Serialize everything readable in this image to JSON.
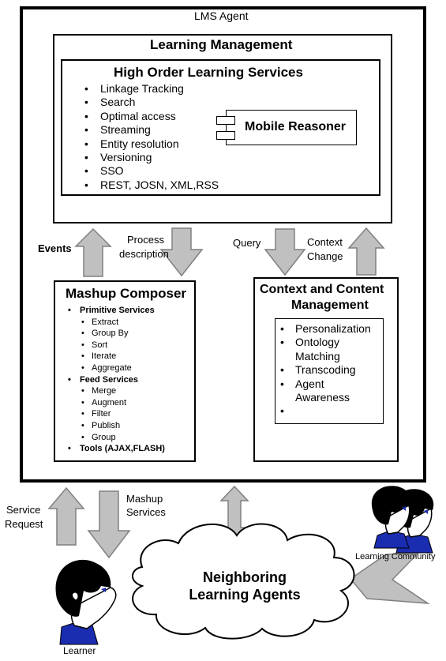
{
  "agent": {
    "title": "LMS Agent"
  },
  "learning_management": {
    "title": "Learning Management",
    "high_order": {
      "title": "High Order Learning Services",
      "items": [
        "Linkage Tracking",
        "Search",
        "Optimal access",
        "Streaming",
        "Entity resolution",
        "Versioning",
        "SSO",
        "REST, JOSN, XML,RSS"
      ]
    },
    "mobile_reasoner": "Mobile Reasoner"
  },
  "arrows": {
    "events": "Events",
    "process_description": [
      "Process",
      "description"
    ],
    "query": "Query",
    "context_change": [
      "Context",
      "Change"
    ],
    "service_request": [
      "Service",
      "Request"
    ],
    "mashup_services": [
      "Mashup",
      "Services"
    ]
  },
  "mashup_composer": {
    "title": "Mashup Composer",
    "primitive_title": "Primitive Services",
    "primitive_items": [
      "Extract",
      "Group By",
      "Sort",
      "Iterate",
      "Aggregate"
    ],
    "feed_title": "Feed Services",
    "feed_items": [
      "Merge",
      "Augment",
      "Filter",
      "Publish",
      "Group"
    ],
    "tools": "Tools (AJAX,FLASH)"
  },
  "context_management": {
    "title_lines": [
      "Context and Content",
      "Management"
    ],
    "items": [
      [
        "Personalization"
      ],
      [
        "Ontology",
        "Matching"
      ],
      [
        "Transcoding"
      ],
      [
        "Agent",
        "Awareness"
      ],
      [
        ""
      ]
    ]
  },
  "cloud": {
    "label_lines": [
      "Neighboring",
      "Learning Agents"
    ]
  },
  "people": {
    "learner": "Learner",
    "community": "Learning Community"
  },
  "colors": {
    "arrow_fill": "#c0c0c0",
    "skin": "#ffffff",
    "hair": "#000000",
    "shirt": "#1a2cb0"
  }
}
